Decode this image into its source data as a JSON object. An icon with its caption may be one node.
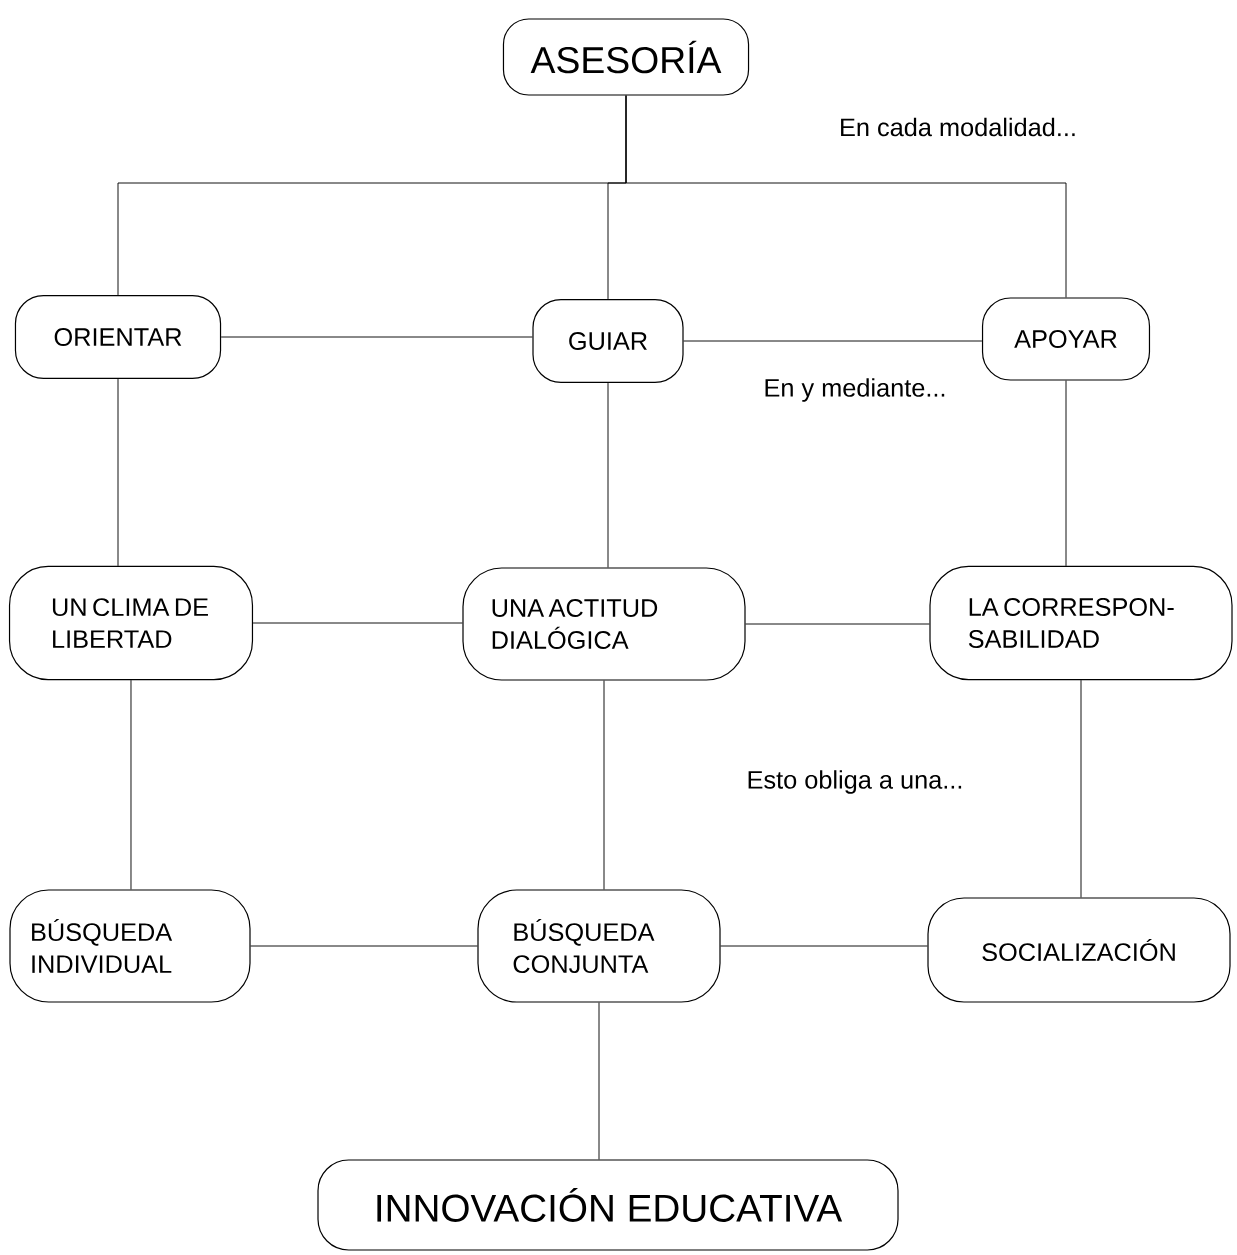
{
  "diagram": {
    "nodes": [
      {
        "text": [
          "ASESORÍA"
        ]
      },
      {
        "text": [
          "ORIENTAR"
        ]
      },
      {
        "text": [
          "GUIAR"
        ]
      },
      {
        "text": [
          "APOYAR"
        ]
      },
      {
        "text": [
          "UN CLIMA DE LIBERTAD"
        ]
      },
      {
        "text": [
          "UNA ACTITUD DIALÓGICA"
        ]
      },
      {
        "text": [
          "LA CORRESPON- SABILIDAD"
        ]
      },
      {
        "text": [
          "BÚSQUEDA INDIVIDUAL"
        ]
      },
      {
        "text": [
          "BÚSQUEDA CONJUNTA"
        ]
      },
      {
        "text": [
          "SOCIALIZACIÓN"
        ]
      },
      {
        "text": [
          "INNOVACIÓN EDUCATIVA"
        ]
      }
    ],
    "edges": [
      {
        "from": 0,
        "to": 1,
        "arrow": "none"
      },
      {
        "from": 0,
        "to": 2,
        "arrow": "none"
      },
      {
        "from": 0,
        "to": 3,
        "arrow": "none"
      },
      {
        "from": 1,
        "to": 2,
        "arrow": "none"
      },
      {
        "from": 2,
        "to": 3,
        "arrow": "none"
      },
      {
        "from": 1,
        "to": 4,
        "arrow": "none"
      },
      {
        "from": 2,
        "to": 5,
        "arrow": "none"
      },
      {
        "from": 3,
        "to": 6,
        "arrow": "none"
      },
      {
        "from": 4,
        "to": 5,
        "arrow": "none"
      },
      {
        "from": 5,
        "to": 6,
        "arrow": "none"
      },
      {
        "from": 4,
        "to": 7,
        "arrow": "none"
      },
      {
        "from": 5,
        "to": 8,
        "arrow": "none"
      },
      {
        "from": 6,
        "to": 9,
        "arrow": "none"
      },
      {
        "from": 7,
        "to": 8,
        "arrow": "none"
      },
      {
        "from": 8,
        "to": 9,
        "arrow": "none"
      },
      {
        "from": 8,
        "to": 10,
        "arrow": "none"
      }
    ],
    "labels": [
      "En cada modalidad...",
      "En y mediante...",
      "Esto obliga a una..."
    ]
  }
}
